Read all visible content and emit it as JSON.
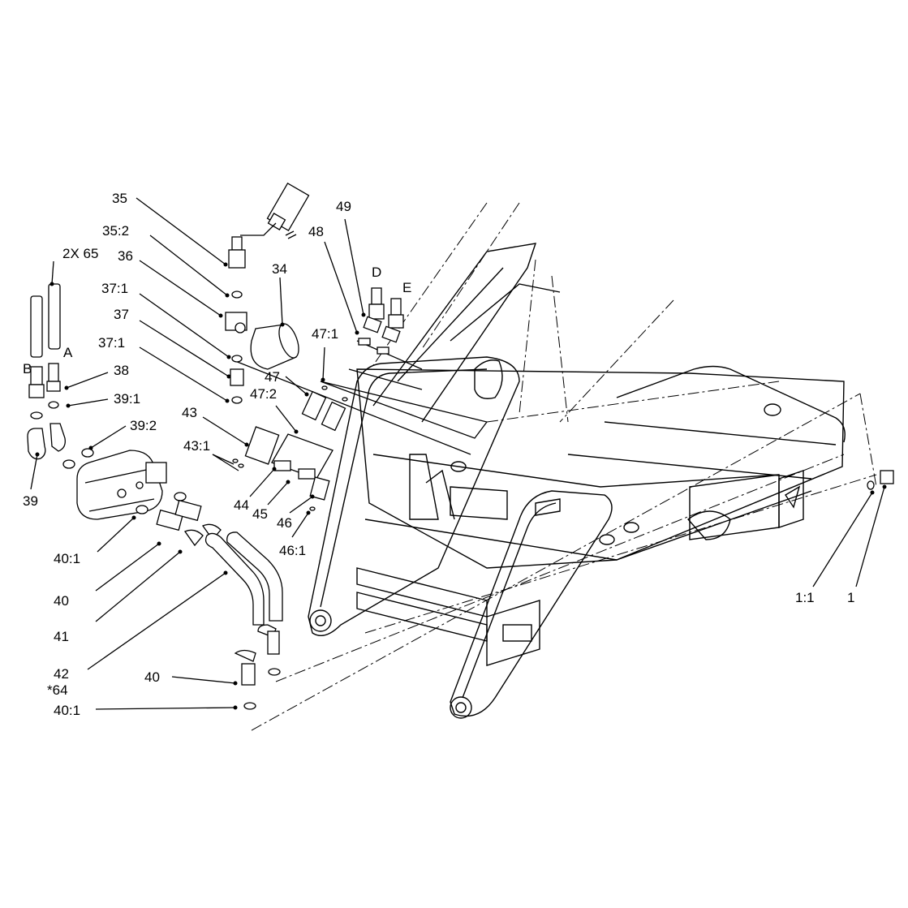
{
  "diagram": {
    "callouts": [
      {
        "id": "c35",
        "text": "35"
      },
      {
        "id": "c35_2",
        "text": "35:2"
      },
      {
        "id": "c36",
        "text": "36"
      },
      {
        "id": "c34",
        "text": "34"
      },
      {
        "id": "c37_1a",
        "text": "37:1"
      },
      {
        "id": "c37",
        "text": "37"
      },
      {
        "id": "c37_1b",
        "text": "37:1"
      },
      {
        "id": "c2x65",
        "text": "2X 65"
      },
      {
        "id": "cA",
        "text": "A"
      },
      {
        "id": "cB",
        "text": "B"
      },
      {
        "id": "c38",
        "text": "38"
      },
      {
        "id": "c39_1",
        "text": "39:1"
      },
      {
        "id": "c39_2",
        "text": "39:2"
      },
      {
        "id": "c39",
        "text": "39"
      },
      {
        "id": "c43",
        "text": "43"
      },
      {
        "id": "c43_1",
        "text": "43:1"
      },
      {
        "id": "c47",
        "text": "47"
      },
      {
        "id": "c47_2",
        "text": "47:2"
      },
      {
        "id": "c47_1",
        "text": "47:1"
      },
      {
        "id": "c48",
        "text": "48"
      },
      {
        "id": "c49",
        "text": "49"
      },
      {
        "id": "cD",
        "text": "D"
      },
      {
        "id": "cE",
        "text": "E"
      },
      {
        "id": "c44",
        "text": "44"
      },
      {
        "id": "c45",
        "text": "45"
      },
      {
        "id": "c46",
        "text": "46"
      },
      {
        "id": "c46_1",
        "text": "46:1"
      },
      {
        "id": "c40_1a",
        "text": "40:1"
      },
      {
        "id": "c40a",
        "text": "40"
      },
      {
        "id": "c41",
        "text": "41"
      },
      {
        "id": "c42",
        "text": "42"
      },
      {
        "id": "c64",
        "text": "*64"
      },
      {
        "id": "c40b",
        "text": "40"
      },
      {
        "id": "c40_1b",
        "text": "40:1"
      },
      {
        "id": "c1_1",
        "text": "1:1"
      },
      {
        "id": "c1",
        "text": "1"
      }
    ]
  }
}
